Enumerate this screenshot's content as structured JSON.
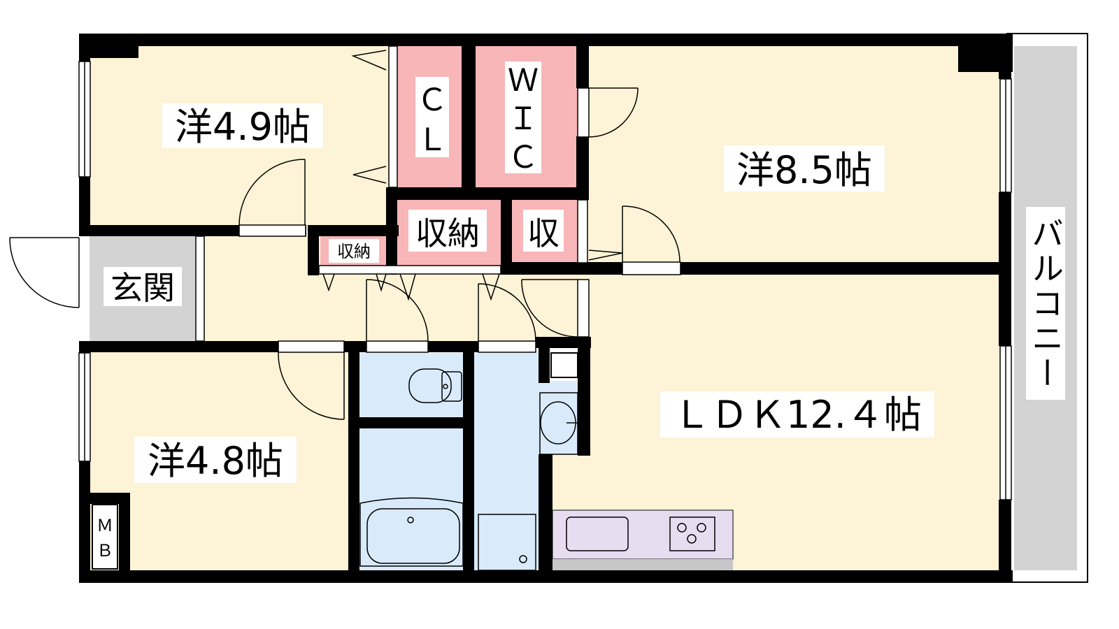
{
  "rooms": {
    "bedroom_nw": "洋4.9帖",
    "bedroom_ne": "洋8.5帖",
    "bedroom_sw": "洋4.8帖",
    "ldk": "ＬＤＫ12.４帖",
    "entrance": "玄関",
    "closet": "ＣＬ",
    "closet_line1": "Ｃ",
    "closet_line2": "Ｌ",
    "wic_line1": "Ｗ",
    "wic_line2": "Ｉ",
    "wic_line3": "Ｃ",
    "storage_large": "収納",
    "storage_small": "収",
    "storage_tiny": "収納",
    "balcony": "バルコニー",
    "mb_line1": "Ｍ",
    "mb_line2": "Ｂ"
  },
  "colors": {
    "wall": "#000000",
    "room_floor": "#fdf3d6",
    "storage": "#f8b6b9",
    "wet_area": "#d9ebfb",
    "entrance_floor": "#d3d3d3",
    "kitchen": "#e8dcf1",
    "balcony": "#d3d3d3"
  },
  "icons": [
    "door-swing-icon",
    "toilet-icon",
    "bathtub-icon",
    "washbasin-icon",
    "stove-icon",
    "sink-icon",
    "washing-machine-icon"
  ]
}
